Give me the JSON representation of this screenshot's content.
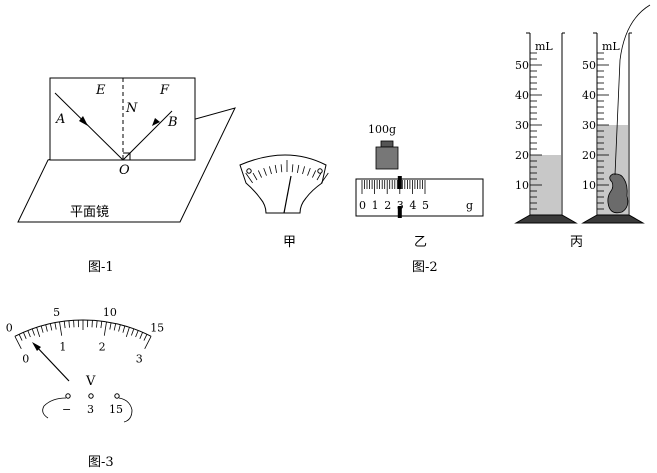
{
  "fig1": {
    "caption": "图-1",
    "mirror_label": "平面镜",
    "labels": {
      "E": "E",
      "F": "F",
      "N": "N",
      "A": "A",
      "B": "B",
      "O": "O"
    }
  },
  "fig2": {
    "caption": "图-2",
    "jia_label": "甲",
    "yi_label": "乙",
    "bing_label": "丙",
    "weight_label": "100g",
    "scale_ticks": [
      "0",
      "1",
      "2",
      "3",
      "4",
      "5"
    ],
    "scale_unit": "g",
    "cylinder_unit": "mL",
    "cylinder_ticks": [
      "10",
      "20",
      "30",
      "40",
      "50"
    ],
    "cylinder1_level": 20,
    "cylinder2_level": 30,
    "slider_value": 3
  },
  "fig3": {
    "caption": "图-3",
    "outer_ticks": [
      "0",
      "5",
      "10",
      "15"
    ],
    "inner_ticks": [
      "0",
      "1",
      "2",
      "3"
    ],
    "meter_symbol": "V",
    "terminals": [
      "−",
      "3",
      "15"
    ]
  }
}
